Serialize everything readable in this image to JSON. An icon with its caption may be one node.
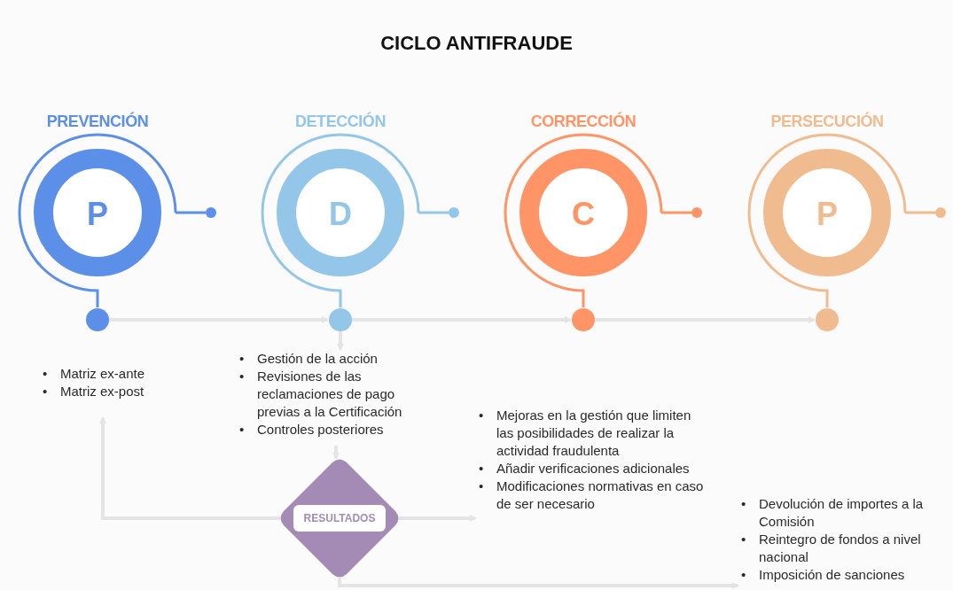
{
  "diagram": {
    "title": "CICLO ANTIFRAUDE",
    "nodes": [
      {
        "text": [
          "PREVENCIÓN",
          "P"
        ]
      },
      {
        "text": [
          "DETECCIÓN",
          "D"
        ]
      },
      {
        "text": [
          "CORRECCIÓN",
          "C"
        ]
      },
      {
        "text": [
          "PERSECUCIÓN",
          "P"
        ]
      },
      {
        "text": [],
        "shape": "circle"
      },
      {
        "text": [],
        "shape": "circle"
      },
      {
        "text": [],
        "shape": "circle"
      },
      {
        "text": [],
        "shape": "circle"
      },
      {
        "text": [
          "•",
          "Matriz ex-ante",
          "•",
          "Matriz ex-post"
        ]
      },
      {
        "text": [
          "•",
          "Gestión de la acción",
          "•",
          "Revisiones de las reclamaciones de pago previas a la Certificación",
          "•",
          "Controles posteriores"
        ]
      },
      {
        "text": [
          "•",
          "Mejoras en la gestión que limiten las posibilidades de realizar la actividad fraudulenta",
          "•",
          "Añadir verificaciones adicionales",
          "•",
          "Modificaciones normativas en caso de ser necesario"
        ]
      },
      {
        "text": [
          "•",
          "Devolución de importes a la Comisión",
          "•",
          "Reintegro de fondos a nivel nacional",
          "•",
          "Imposición de sanciones"
        ]
      },
      {
        "text": [
          "RESULTADOS"
        ]
      }
    ],
    "edges": [
      {
        "from": 0,
        "to": 4,
        "arrow": "none",
        "color": "#5b8fe8"
      },
      {
        "from": 1,
        "to": 5,
        "arrow": "none",
        "color": "#93c6e8"
      },
      {
        "from": 2,
        "to": 6,
        "arrow": "none",
        "color": "#ff9466"
      },
      {
        "from": 3,
        "to": 7,
        "arrow": "none",
        "color": "#f0bc8f"
      },
      {
        "from": 4,
        "to": 5,
        "arrow": "to"
      },
      {
        "from": 5,
        "to": 6,
        "arrow": "to"
      },
      {
        "from": 6,
        "to": 7,
        "arrow": "to"
      },
      {
        "from": 5,
        "to": 9,
        "arrow": "to"
      },
      {
        "from": 9,
        "to": 12,
        "arrow": "to"
      },
      {
        "from": 12,
        "to": 8,
        "arrow": "to"
      },
      {
        "from": 12,
        "to": 10,
        "arrow": "to"
      },
      {
        "from": 12,
        "to": 11,
        "arrow": "to"
      }
    ]
  }
}
